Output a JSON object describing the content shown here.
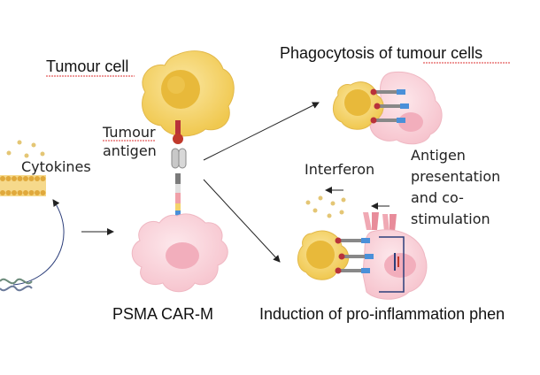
{
  "labels": {
    "tumour_cell": "Tumour cell",
    "tumour_antigen_line1": "Tumour",
    "tumour_antigen_line2": "antigen",
    "cytokines": "Cytokines",
    "phagocytosis": "Phagocytosis of tumour cells",
    "interferon": "Interferon",
    "antigen_presentation_line1": "Antigen",
    "antigen_presentation_line2": "presentation",
    "antigen_presentation_line3": "and co-",
    "antigen_presentation_line4": "stimulation",
    "psma_car_m": "PSMA CAR-M",
    "induction": "Induction of pro-inflammation phen"
  },
  "colors": {
    "tumour_body": "#f3d36b",
    "tumour_core": "#e6b636",
    "macrophage_body": "#f9d3da",
    "macrophage_nucleus": "#f2b5c1",
    "membrane": "#e8b74a",
    "receptor_red": "#b8323a",
    "receptor_blue": "#4a90d9",
    "receptor_grey": "#b9b9b9",
    "arrow": "#222222"
  }
}
